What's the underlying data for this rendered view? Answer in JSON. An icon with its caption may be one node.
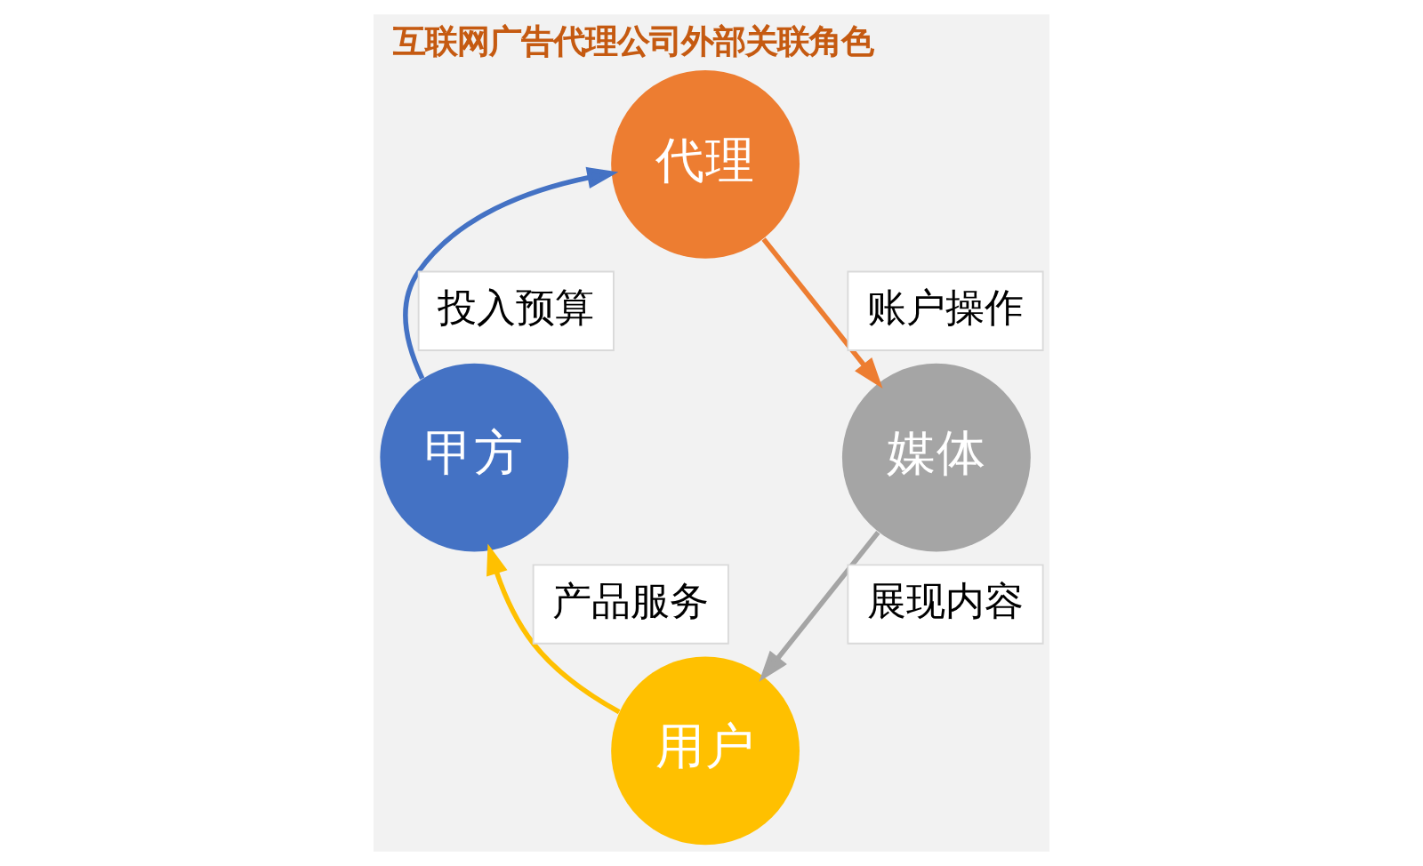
{
  "diagram": {
    "title": "互联网广告代理公司外部关联角色",
    "nodes": [
      {
        "text": [
          "代理"
        ]
      },
      {
        "text": [
          "甲方"
        ]
      },
      {
        "text": [
          "媒体"
        ]
      },
      {
        "text": [
          "用户"
        ]
      }
    ],
    "edges": [
      {
        "from": 1,
        "to": 0,
        "arrow": "to",
        "label": "投入预算",
        "color": "#4472c4"
      },
      {
        "from": 0,
        "to": 2,
        "arrow": "to",
        "label": "账户操作",
        "color": "#ed7d31"
      },
      {
        "from": 2,
        "to": 3,
        "arrow": "to",
        "label": "展现内容",
        "color": "#a5a5a5"
      },
      {
        "from": 3,
        "to": 1,
        "arrow": "to",
        "label": "产品服务",
        "color": "#ffc000"
      }
    ]
  }
}
